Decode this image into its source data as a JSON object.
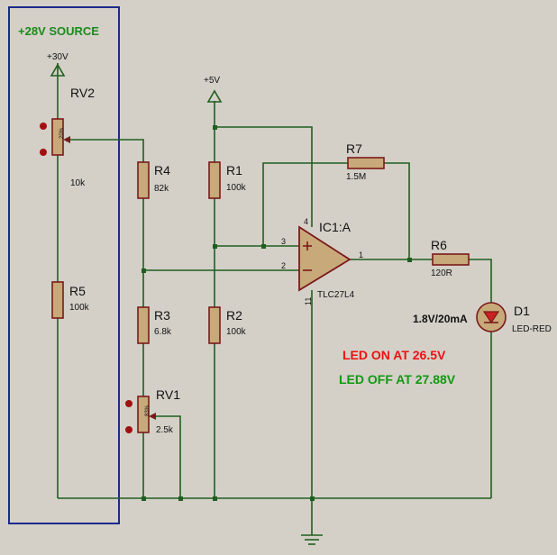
{
  "colors": {
    "background": "#d4d0c8",
    "wire": "#1f5f1f",
    "component": "#7a1a1a",
    "body_fill": "#c8a979",
    "source_box": "#1a2a8a",
    "source_title": "#1c8a1c",
    "led_on_text": "#ee1111",
    "led_off_text": "#119911"
  },
  "source_box": {
    "title": "+28V SOURCE"
  },
  "rails": {
    "plus30": "+30V",
    "plus5": "+5V"
  },
  "components": {
    "rv2": {
      "name": "RV2",
      "value": "10k",
      "pct": "20%"
    },
    "r5": {
      "name": "R5",
      "value": "100k"
    },
    "r4": {
      "name": "R4",
      "value": "82k"
    },
    "r3": {
      "name": "R3",
      "value": "6.8k"
    },
    "rv1": {
      "name": "RV1",
      "value": "2.5k",
      "pct": "83%"
    },
    "r1": {
      "name": "R1",
      "value": "100k"
    },
    "r2": {
      "name": "R2",
      "value": "100k"
    },
    "r7": {
      "name": "R7",
      "value": "1.5M"
    },
    "r6": {
      "name": "R6",
      "value": "120R"
    },
    "ic1": {
      "name": "IC1:A",
      "part": "TLC27L4",
      "pin_plus": "3",
      "pin_minus": "2",
      "pin_out": "1",
      "pin_vcc": "4",
      "pin_gnd": "11"
    },
    "d1": {
      "name": "D1",
      "part": "LED-RED",
      "rating": "1.8V/20mA"
    }
  },
  "notes": {
    "led_on": "LED ON AT 26.5V",
    "led_off": "LED OFF AT 27.88V"
  },
  "icons": [
    "power-arrow-icon",
    "ground-icon",
    "potentiometer-icon",
    "resistor-icon",
    "opamp-icon",
    "led-icon"
  ]
}
